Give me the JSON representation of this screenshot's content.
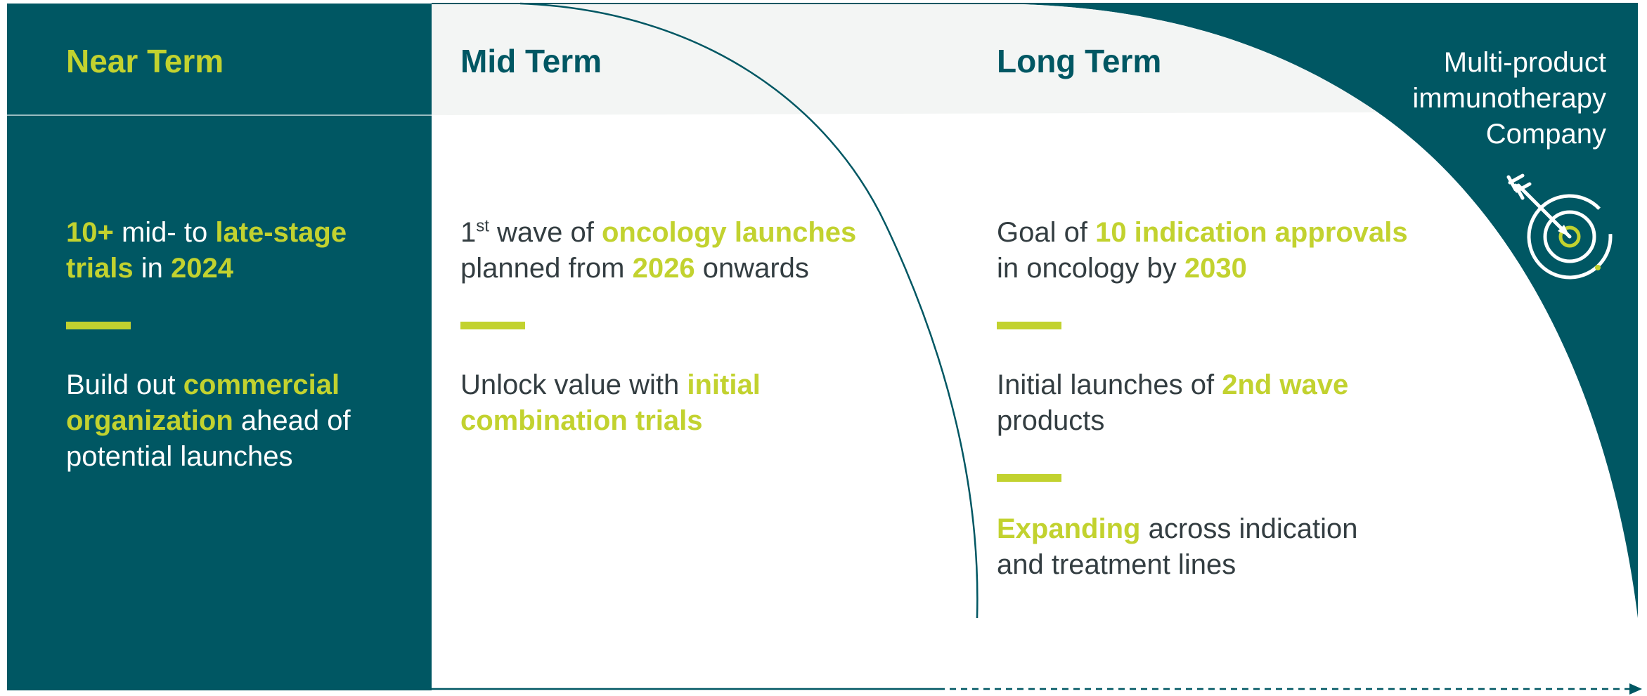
{
  "colors": {
    "teal": "#005763",
    "lime": "#c2d22f",
    "light_band": "#f3f5f4",
    "text_dark": "#333d41",
    "white": "#ffffff"
  },
  "near_term": {
    "title": "Near Term",
    "item1": {
      "a": "10+",
      "b": " mid- to ",
      "c": "late-stage trials",
      "d": " in ",
      "e": "2024"
    },
    "item2": {
      "a": "Build out ",
      "b": "commercial organization",
      "c": " ahead of potential launches"
    }
  },
  "mid_term": {
    "title": "Mid Term",
    "item1": {
      "a": "1",
      "sup": "st",
      "b": " wave of ",
      "c": "oncology launches",
      "d": " planned from ",
      "e": "2026",
      "f": " onwards"
    },
    "item2": {
      "a": "Unlock value with ",
      "b": "initial combination trials"
    }
  },
  "long_term": {
    "title": "Long Term",
    "item1": {
      "a": "Goal of ",
      "b": "10 indication approvals",
      "c": " in oncology by ",
      "d": "2030"
    },
    "item2": {
      "a": "Initial launches of ",
      "b": "2nd wave",
      "c": " products"
    },
    "item3": {
      "a": "Expanding",
      "b": " across indication and treatment lines"
    }
  },
  "goal": {
    "line1": "Multi-product",
    "line2": "immunotherapy",
    "line3": "Company",
    "icon": "target-arrow-icon"
  }
}
